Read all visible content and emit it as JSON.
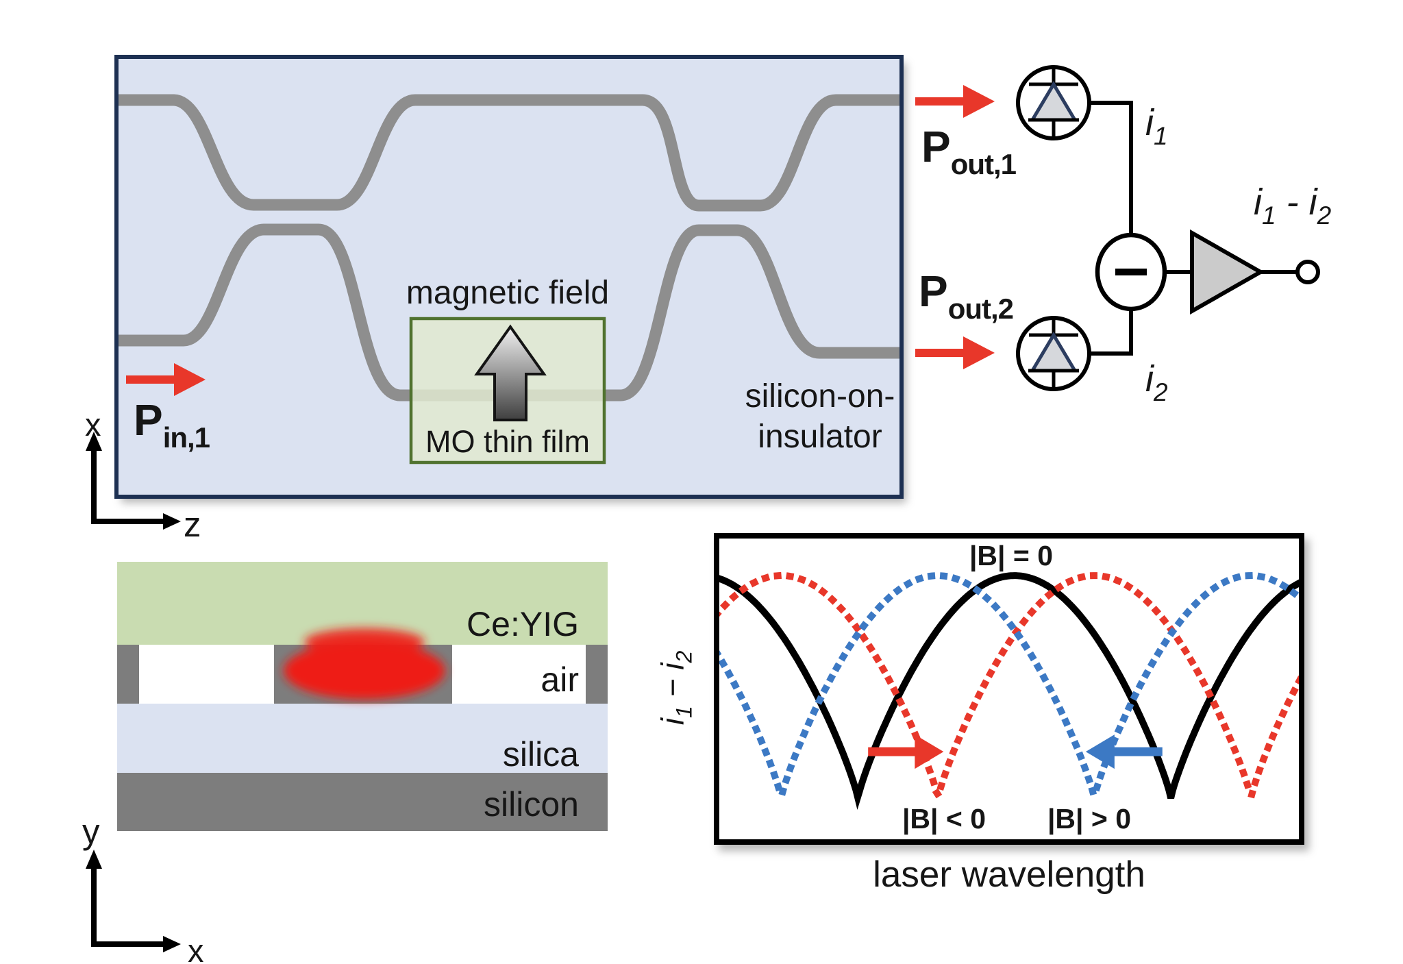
{
  "figure": {
    "mzi": {
      "pin_label": {
        "main": "P",
        "sub": "in,1"
      },
      "magnetic_field_label": "magnetic field",
      "mo_film_label": "MO thin film",
      "substrate_label_line1": "silicon-on-",
      "substrate_label_line2": "insulator",
      "axes": {
        "vertical": "x",
        "horizontal": "z"
      }
    },
    "outputs": {
      "pout1": {
        "main": "P",
        "sub": "out,1"
      },
      "pout2": {
        "main": "P",
        "sub": "out,2"
      }
    },
    "circuit": {
      "i1": {
        "main": "i",
        "sub": "1"
      },
      "i2": {
        "main": "i",
        "sub": "2"
      },
      "diff": {
        "a": "i",
        "a_sub": "1",
        "op": " - ",
        "b": "i",
        "b_sub": "2"
      },
      "minus_sign": "−"
    },
    "cross_section": {
      "layer_labels": [
        "Ce:YIG",
        "air",
        "silica",
        "silicon"
      ],
      "axes": {
        "vertical": "y",
        "horizontal": "x"
      }
    }
  },
  "chart_data": {
    "type": "line",
    "title": "",
    "xlabel": "laser wavelength",
    "ylabel": "i1 - i2",
    "ylabel_parts": {
      "a": "i",
      "a_sub": "1",
      "op": " − ",
      "b": "i",
      "b_sub": "2"
    },
    "grid": false,
    "xlim": [
      0,
      1
    ],
    "ylim": [
      -1,
      1
    ],
    "x_ticks": "none",
    "y_ticks": "none",
    "curve_model": {
      "form": "y_norm = ((1+cos(2*pi*(x-peak_x)/period))/2)^power, mapped between y_top_frac and y_bottom_frac of plot height",
      "period": 0.535,
      "power": 0.42,
      "y_top_frac": 0.13,
      "y_bottom_frac": 0.857
    },
    "series": [
      {
        "name": "|B| = 0",
        "color": "#000000",
        "line_style": "solid",
        "peak_x": 0.509,
        "minima_x": [
          0.242,
          0.777
        ],
        "shift": "reference, no field"
      },
      {
        "name": "|B| < 0",
        "color": "#e8372a",
        "line_style": "dotted",
        "peak_x": 0.646,
        "minima_x": [
          0.379,
          0.914
        ],
        "shift": "fringes shifted right"
      },
      {
        "name": "|B| > 0",
        "color": "#3c79c4",
        "line_style": "dotted",
        "peak_x": 0.378,
        "minima_x": [
          0.111,
          0.646
        ],
        "shift": "fringes shifted left"
      }
    ],
    "shift_arrows": [
      {
        "color": "#e8372a",
        "direction": "right",
        "x_from": 0.259,
        "x_to": 0.388,
        "y": 0.705
      },
      {
        "color": "#3c79c4",
        "direction": "left",
        "x_from": 0.762,
        "x_to": 0.631,
        "y": 0.705
      }
    ],
    "annotations": [
      {
        "text": "|B| = 0",
        "x": 0.503,
        "y": 0.07
      },
      {
        "text": "|B| < 0",
        "x": 0.385,
        "y": 0.92
      },
      {
        "text": "|B| > 0",
        "x": 0.635,
        "y": 0.92
      }
    ]
  },
  "colors": {
    "soi_fill": "#dbe2f1",
    "soi_border": "#1d3052",
    "waveguide": "#8e8e8e",
    "mo_fill": "#e0e9d0",
    "mo_border": "#50722f",
    "arrow_red": "#e8372a",
    "arrow_blue": "#3c79c4",
    "ceyig_green": "#c9dcb1",
    "silica": "#dbe2f1",
    "silicon_gray": "#7d7d7d",
    "mode_red": "#ee1c16",
    "pd_triangle_fill": "#d6d8dc",
    "pd_triangle_stroke": "#2c3d60",
    "amp_fill": "#cbcbcb"
  }
}
